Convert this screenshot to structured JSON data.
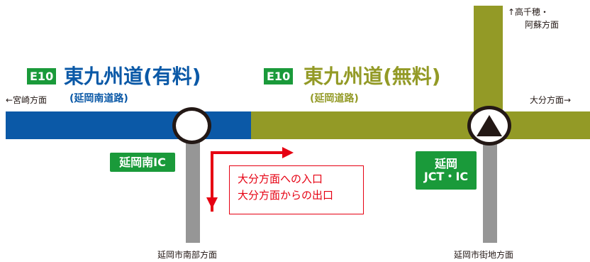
{
  "left_highway": {
    "route_badge": "E10",
    "name": "東九州道(有料)",
    "section": "(延岡南道路)",
    "color": "#0b59a7"
  },
  "right_highway": {
    "route_badge": "E10",
    "name": "東九州道(無料)",
    "section": "(延岡道路)",
    "color": "#939a26"
  },
  "directions": {
    "west": "←宮崎方面",
    "east": "大分方面→",
    "north_line1": "↑高千穂・",
    "north_line2": "阿蘇方面",
    "south_left": "延岡市南部方面",
    "south_right": "延岡市街地方面"
  },
  "interchanges": {
    "nobeoka_minami": "延岡南IC",
    "nobeoka_jct_line1": "延岡",
    "nobeoka_jct_line2": "JCT・IC",
    "badge_color": "#1a9a3a"
  },
  "notice": {
    "line1": "大分方面への入口",
    "line2": "大分方面からの出口",
    "color": "#e60012"
  }
}
